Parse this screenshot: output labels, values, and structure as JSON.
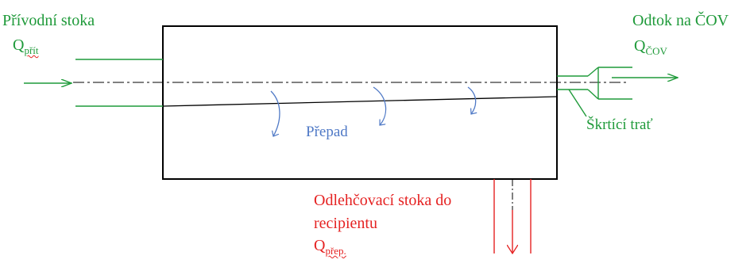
{
  "labels": {
    "inlet_title": "Přívodní stoka",
    "inlet_q": "Q",
    "inlet_q_sub": "přít",
    "outlet_title": "Odtok na ČOV",
    "outlet_q": "Q",
    "outlet_q_sub": "ČOV",
    "overflow": "Přepad",
    "throttle": "Škrtící trať",
    "relief_line1": "Odlehčovací stoka do",
    "relief_line2": "recipientu",
    "relief_q": "Q",
    "relief_q_sub": "přep."
  },
  "colors": {
    "inlet": "#1f9a3a",
    "outlet": "#1f9a3a",
    "chamber": "#000000",
    "overflow": "#4f79c6",
    "relief": "#e52222"
  }
}
